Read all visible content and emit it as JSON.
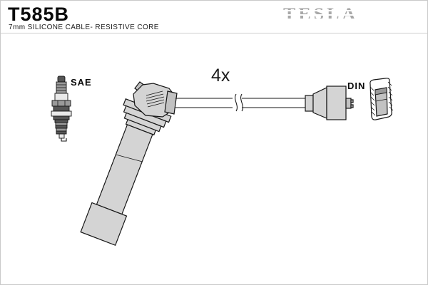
{
  "header": {
    "part_number": "T585B",
    "subtitle": "7mm SILICONE CABLE- RESISTIVE CORE",
    "brand": "TESLA"
  },
  "diagram": {
    "quantity_label": "4x",
    "plug_end_label": "SAE",
    "distributor_end_label": "DIN"
  },
  "colors": {
    "page_border": "#c9c9c9",
    "rule_gray": "#cfcfcf",
    "logo_gray": "#a8a8a8",
    "outline": "#161616",
    "part_fill": "#d4d4d4",
    "part_fill_dark": "#c2c2c2",
    "plug_dark": "#555555",
    "plug_mid": "#9a9a9a",
    "plug_light": "#e9e9e9"
  }
}
